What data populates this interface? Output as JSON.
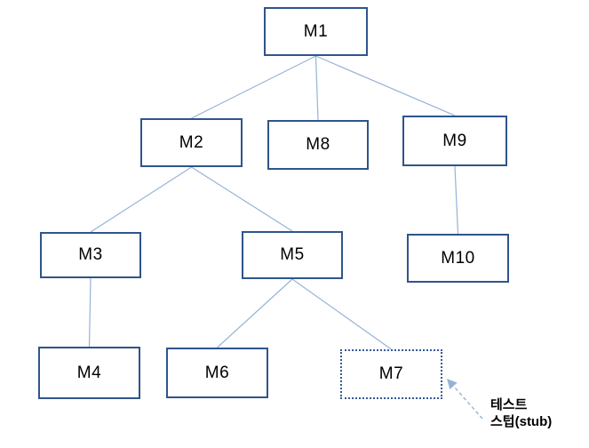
{
  "diagram": {
    "type": "module-hierarchy-tree",
    "nodes": [
      {
        "id": "M1",
        "label": "M1",
        "border": "solid"
      },
      {
        "id": "M2",
        "label": "M2",
        "border": "solid"
      },
      {
        "id": "M8",
        "label": "M8",
        "border": "solid"
      },
      {
        "id": "M9",
        "label": "M9",
        "border": "solid"
      },
      {
        "id": "M3",
        "label": "M3",
        "border": "solid"
      },
      {
        "id": "M5",
        "label": "M5",
        "border": "solid"
      },
      {
        "id": "M10",
        "label": "M10",
        "border": "solid"
      },
      {
        "id": "M4",
        "label": "M4",
        "border": "solid"
      },
      {
        "id": "M6",
        "label": "M6",
        "border": "solid"
      },
      {
        "id": "M7",
        "label": "M7",
        "border": "dotted"
      }
    ],
    "edges": [
      {
        "from": "M1",
        "to": "M2"
      },
      {
        "from": "M1",
        "to": "M8"
      },
      {
        "from": "M1",
        "to": "M9"
      },
      {
        "from": "M2",
        "to": "M3"
      },
      {
        "from": "M2",
        "to": "M5"
      },
      {
        "from": "M9",
        "to": "M10"
      },
      {
        "from": "M3",
        "to": "M4"
      },
      {
        "from": "M5",
        "to": "M6"
      },
      {
        "from": "M5",
        "to": "M7"
      }
    ],
    "annotation": {
      "lines": [
        "테스트",
        "스텁(stub)"
      ],
      "target": "M7"
    }
  },
  "colors": {
    "background": "#FFFFFF",
    "box_border": "#30548C",
    "stub_border": "#36599B",
    "connector": "#95B3D7",
    "arrow": "#95B3D7",
    "text": "#000000"
  }
}
